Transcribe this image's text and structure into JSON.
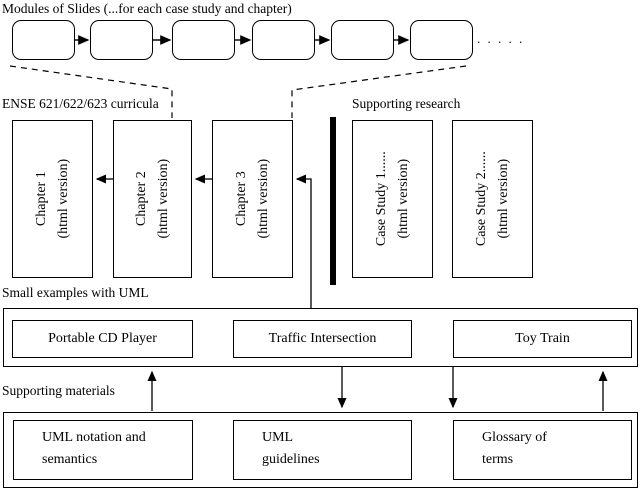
{
  "diagram": {
    "title": "Modules of Slides (...for each case study and chapter)",
    "slide_row": {
      "module_count": 6,
      "trailing_dots": ". . . . ."
    },
    "curricula": {
      "label": "ENSE 621/622/623 curricula",
      "chapters": [
        {
          "line1": "Chapter 1",
          "line2": "(html version)"
        },
        {
          "line1": "Chapter 2",
          "line2": "(html version)"
        },
        {
          "line1": "Chapter 3",
          "line2": "(html version)"
        }
      ]
    },
    "research": {
      "label": "Supporting research",
      "case_studies": [
        {
          "line1": "Case Study 1......",
          "line2": "(html version)"
        },
        {
          "line1": "Case Study 2......",
          "line2": "(html version)"
        }
      ]
    },
    "examples": {
      "label": "Small examples with UML",
      "items": [
        "Portable CD Player",
        "Traffic Intersection",
        "Toy Train"
      ]
    },
    "materials": {
      "label": "Supporting materials",
      "items": [
        {
          "line1": "UML notation and",
          "line2": "semantics"
        },
        {
          "line1": "UML",
          "line2": "guidelines"
        },
        {
          "line1": "Glossary of",
          "line2": "terms"
        }
      ]
    },
    "colors": {
      "line": "#000000",
      "background": "#ffffff"
    }
  }
}
